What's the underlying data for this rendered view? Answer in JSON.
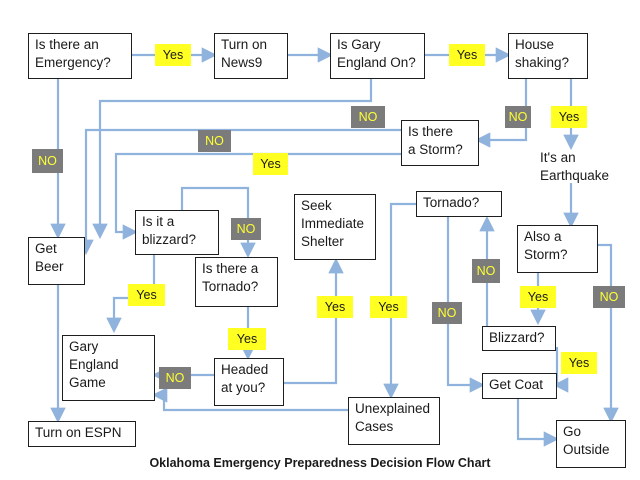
{
  "title": "Oklahoma Emergency Preparedness Decision Flow Chart",
  "colors": {
    "arrow": "#8fb3dc",
    "yes_bg": "#ffff22",
    "no_bg": "#7b7b7b",
    "no_text": "#ffff33",
    "box_border": "#1e1e1e"
  },
  "nodes": {
    "emergency": "Is there an\nEmergency?",
    "news9": "Turn on\nNews9",
    "gary_on": "Is Gary\nEngland On?",
    "house": "House\nshaking?",
    "storm": "Is there\na Storm?",
    "earthquake": "It's an\nEarthquake",
    "blizzard_q": "Is it a\nblizzard?",
    "seek": "Seek\nImmediate\nShelter",
    "tornado": "Tornado?",
    "beer": "Get\nBeer",
    "also_storm": "Also a\nStorm?",
    "tornado_q": "Is there a\nTornado?",
    "blizzard": "Blizzard?",
    "gary_game": "Gary\nEngland\nGame",
    "headed": "Headed\nat you?",
    "coat": "Get Coat",
    "espn": "Turn on ESPN",
    "unexplained": "Unexplained\nCases",
    "outside": "Go\nOutside"
  },
  "labels": {
    "yes": "Yes",
    "no": "NO"
  }
}
